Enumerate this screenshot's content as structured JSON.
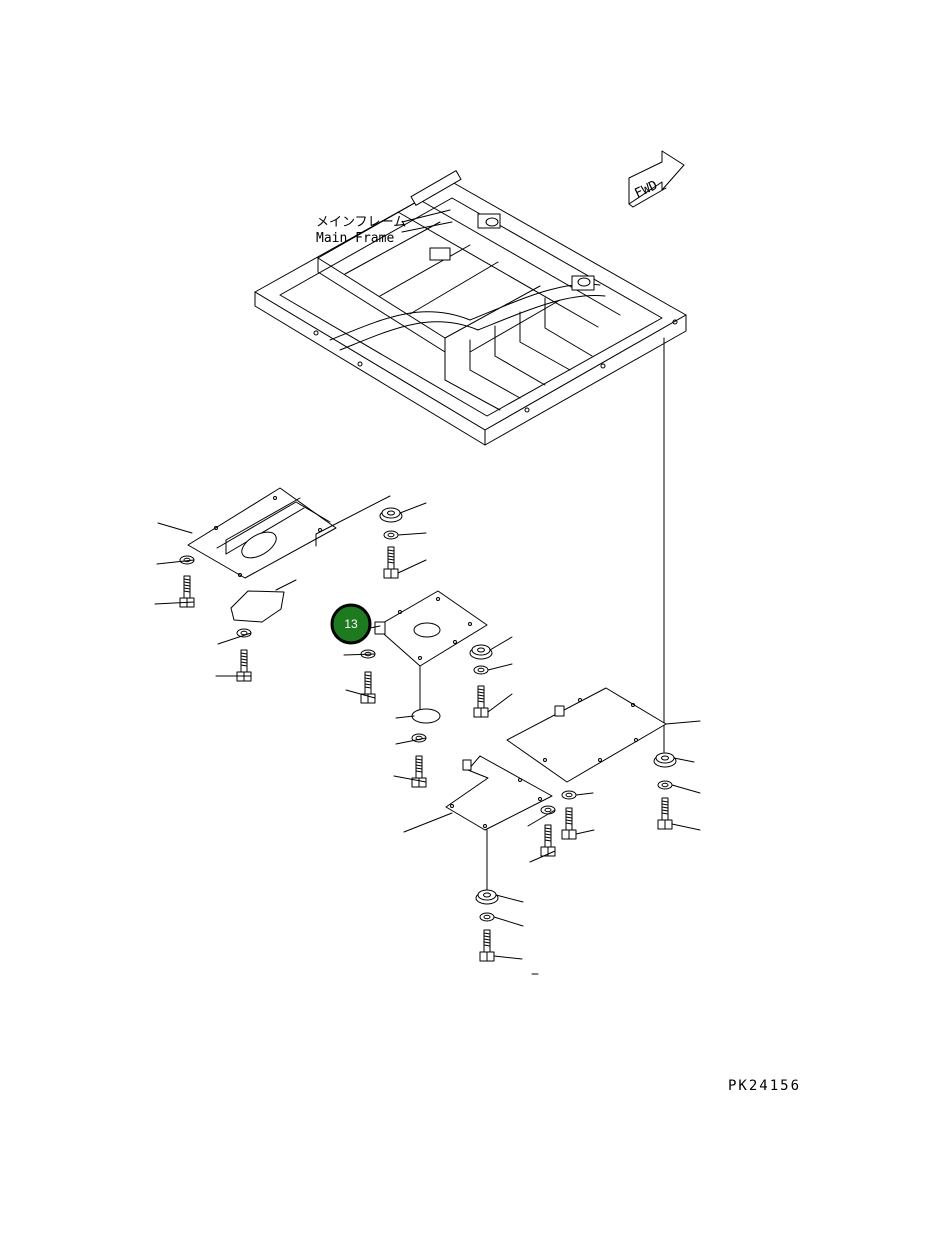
{
  "frame_label_jp": "メインフレーム",
  "frame_label_en": "Main Frame",
  "fwd_label": "FWD",
  "callout_number": "13",
  "drawing_code": "PK24156",
  "colors": {
    "line": "#000000",
    "background": "#ffffff",
    "callout_fill": "#1e7a1e",
    "callout_ring": "#000000"
  }
}
